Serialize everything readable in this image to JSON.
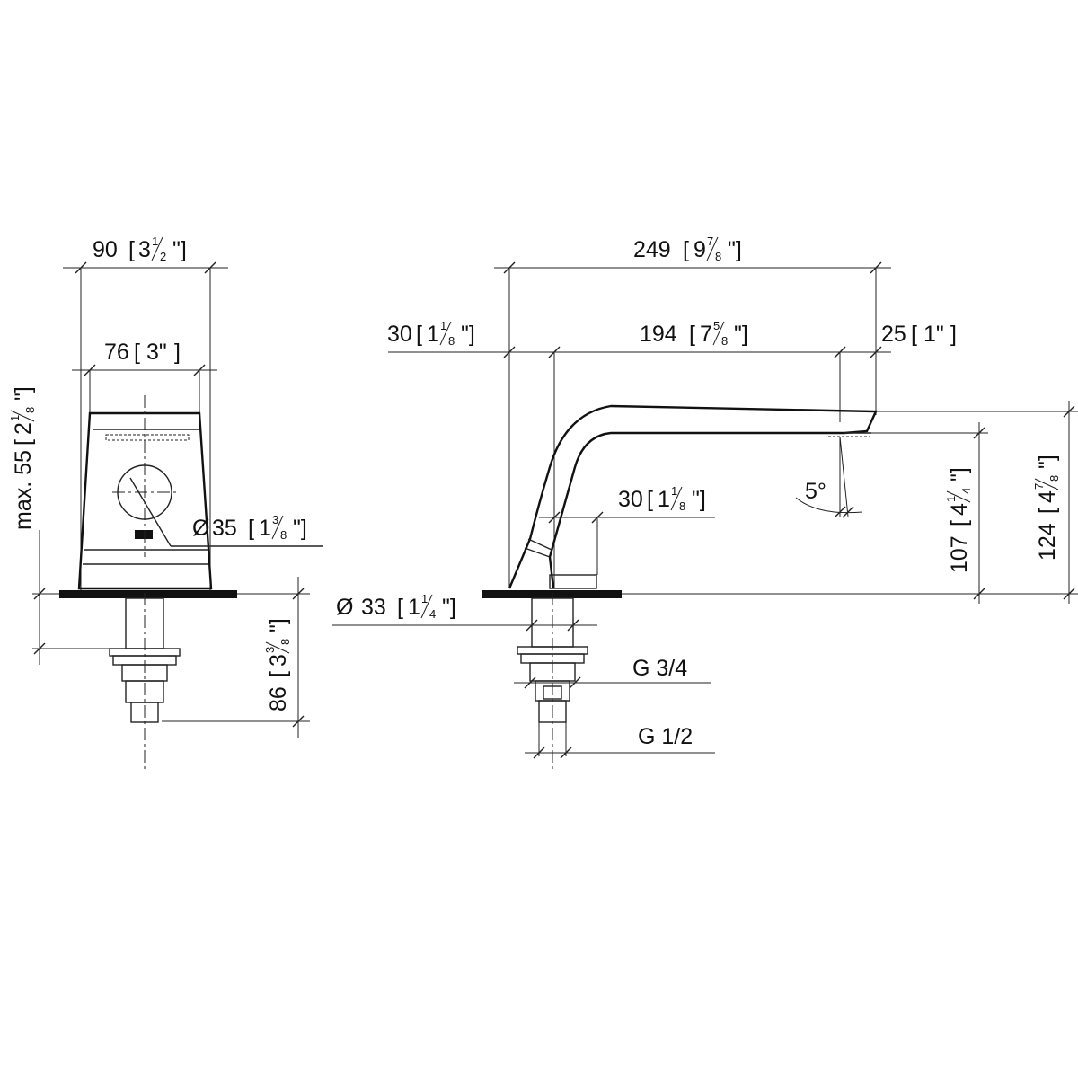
{
  "front_view": {
    "width_outer": {
      "mm": "90",
      "whole": "3",
      "num": "1",
      "den": "2"
    },
    "width_inner": {
      "mm": "76",
      "inch": "3\""
    },
    "depth": {
      "mm": "86",
      "whole": "3",
      "num": "3",
      "den": "8"
    },
    "max_depth": {
      "prefix": "max. 55",
      "whole": "2",
      "num": "1",
      "den": "8"
    },
    "hole": {
      "symbol": "Ø",
      "mm": "35",
      "whole": "1",
      "num": "3",
      "den": "8"
    }
  },
  "side_view": {
    "total_length": {
      "mm": "249",
      "whole": "9",
      "num": "7",
      "den": "8"
    },
    "offset_left": {
      "mm": "30",
      "whole": "1",
      "num": "1",
      "den": "8"
    },
    "spout_reach": {
      "mm": "194",
      "whole": "7",
      "num": "5",
      "den": "8"
    },
    "tip": {
      "mm": "25",
      "inch": "1\""
    },
    "base_width": {
      "mm": "30",
      "whole": "1",
      "num": "1",
      "den": "8"
    },
    "spout_height": {
      "mm": "107",
      "whole": "4",
      "num": "1",
      "den": "4"
    },
    "total_height": {
      "mm": "124",
      "whole": "4",
      "num": "7",
      "den": "8"
    },
    "angle": "5°",
    "base_diameter": {
      "symbol": "Ø",
      "mm": "33",
      "whole": "1",
      "num": "1",
      "den": "4"
    },
    "thread_upper": "G 3/4",
    "thread_lower": "G 1/2"
  }
}
